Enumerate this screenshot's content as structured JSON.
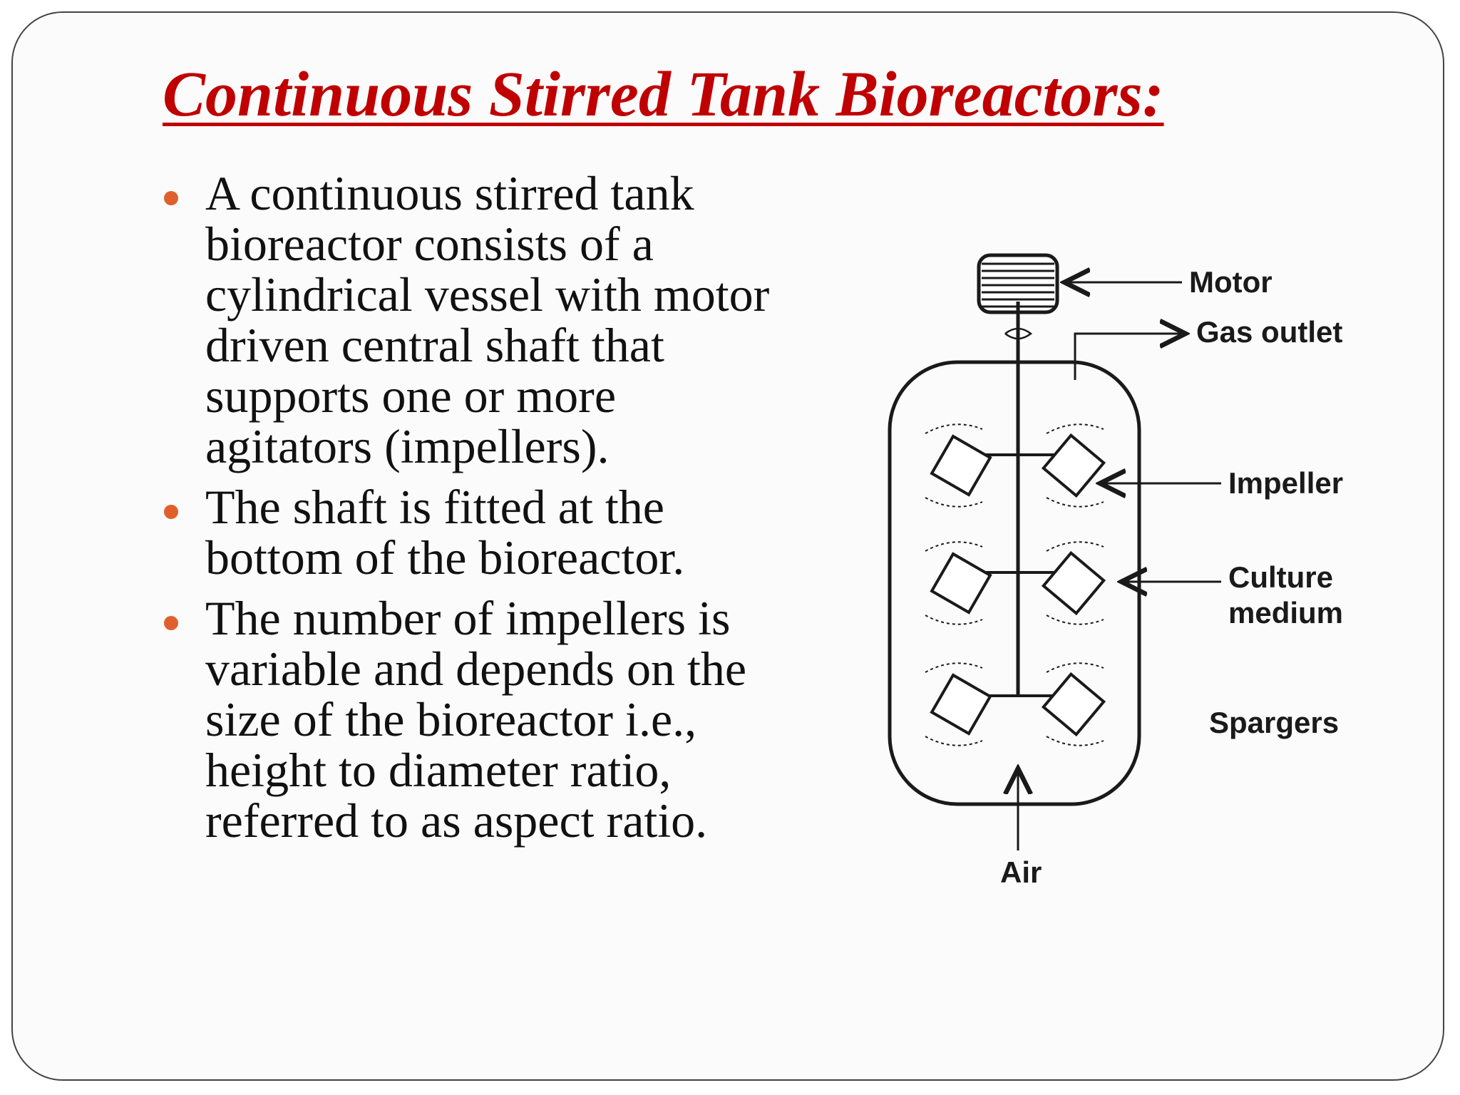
{
  "slide": {
    "title": "Continuous Stirred Tank Bioreactors:",
    "bullets": [
      "A continuous stirred tank bioreactor consists of a cylindrical vessel with motor driven central shaft that supports one or more agitators (impellers).",
      "The shaft is fitted at the bottom of the bioreactor.",
      "The number of impellers is variable and depends on the size of the bioreactor i.e., height to diameter ratio, referred to as aspect ratio."
    ],
    "bullet_color": "#e0602c",
    "title_color": "#c00000"
  },
  "diagram": {
    "labels": {
      "motor": "Motor",
      "gas_outlet": "Gas outlet",
      "impeller": "Impeller",
      "culture_line1": "Culture",
      "culture_line2": "medium",
      "spargers": "Spargers",
      "air": "Air"
    }
  }
}
